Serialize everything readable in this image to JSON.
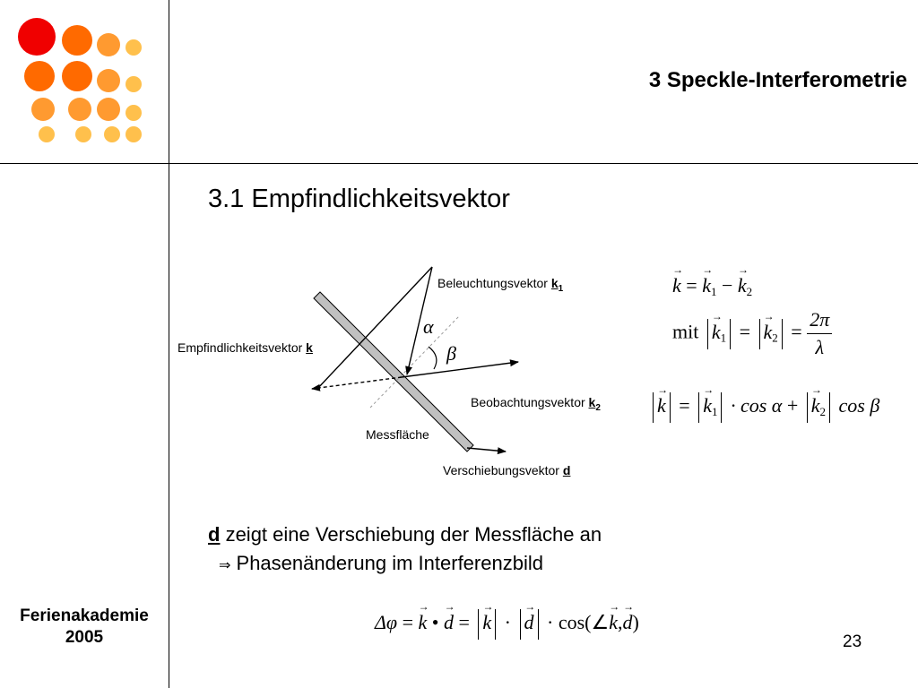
{
  "header": {
    "title": "3 Speckle-Interferometrie"
  },
  "section": {
    "title": "3.1 Empfindlichkeitsvektor"
  },
  "diagram": {
    "label_beleuchtung": "Beleuchtungsvektor",
    "label_beleuchtung_sym": "k",
    "label_beleuchtung_sub": "1",
    "label_empfindlichkeit": "Empfindlichkeitsvektor",
    "label_empfindlichkeit_sym": "k",
    "label_beobachtung": "Beobachtungsvektor",
    "label_beobachtung_sym": "k",
    "label_beobachtung_sub": "2",
    "label_messflaeche": "Messfläche",
    "label_verschiebung": "Verschiebungsvektor",
    "label_verschiebung_sym": "d",
    "alpha": "α",
    "beta": "β"
  },
  "equations": {
    "eq1": {
      "k": "k",
      "eq": "=",
      "k1": "k",
      "s1": "1",
      "minus": "−",
      "k2": "k",
      "s2": "2"
    },
    "eq2": {
      "mit": "mit",
      "k1": "k",
      "s1": "1",
      "eq": "=",
      "k2": "k",
      "s2": "2",
      "eq2": "=",
      "num": "2π",
      "den": "λ"
    },
    "eq3": {
      "k": "k",
      "eq": "=",
      "k1": "k",
      "s1": "1",
      "cos1": "· cos α",
      "plus": "+",
      "k2": "k",
      "s2": "2",
      "cos2": "cos β"
    },
    "eq4": {
      "lhs": "Δφ",
      "eq": "=",
      "k": "k",
      "dot": "•",
      "d": "d",
      "eq2": "=",
      "k2": "k",
      "mul": "·",
      "d2": "d",
      "cos": "· cos(∠",
      "k3": "k",
      "comma": ",",
      "d3": "d",
      "close": ")"
    }
  },
  "text": {
    "line1_bold": "d",
    "line1_rest": " zeigt eine Verschiebung der Messfläche an",
    "line2_arrow": "⇒",
    "line2_rest": " Phasenänderung im Interferenzbild"
  },
  "footer": {
    "brand_line1": "Ferienakademie",
    "brand_line2": "2005",
    "page": "23"
  },
  "colors": {
    "red": "#f00000",
    "orange_dark": "#ff6a00",
    "orange": "#ff9a30",
    "yellow": "#ffc04c",
    "plate": "#c0c0c0"
  },
  "logo": {
    "name": "dot-grid-logo"
  }
}
